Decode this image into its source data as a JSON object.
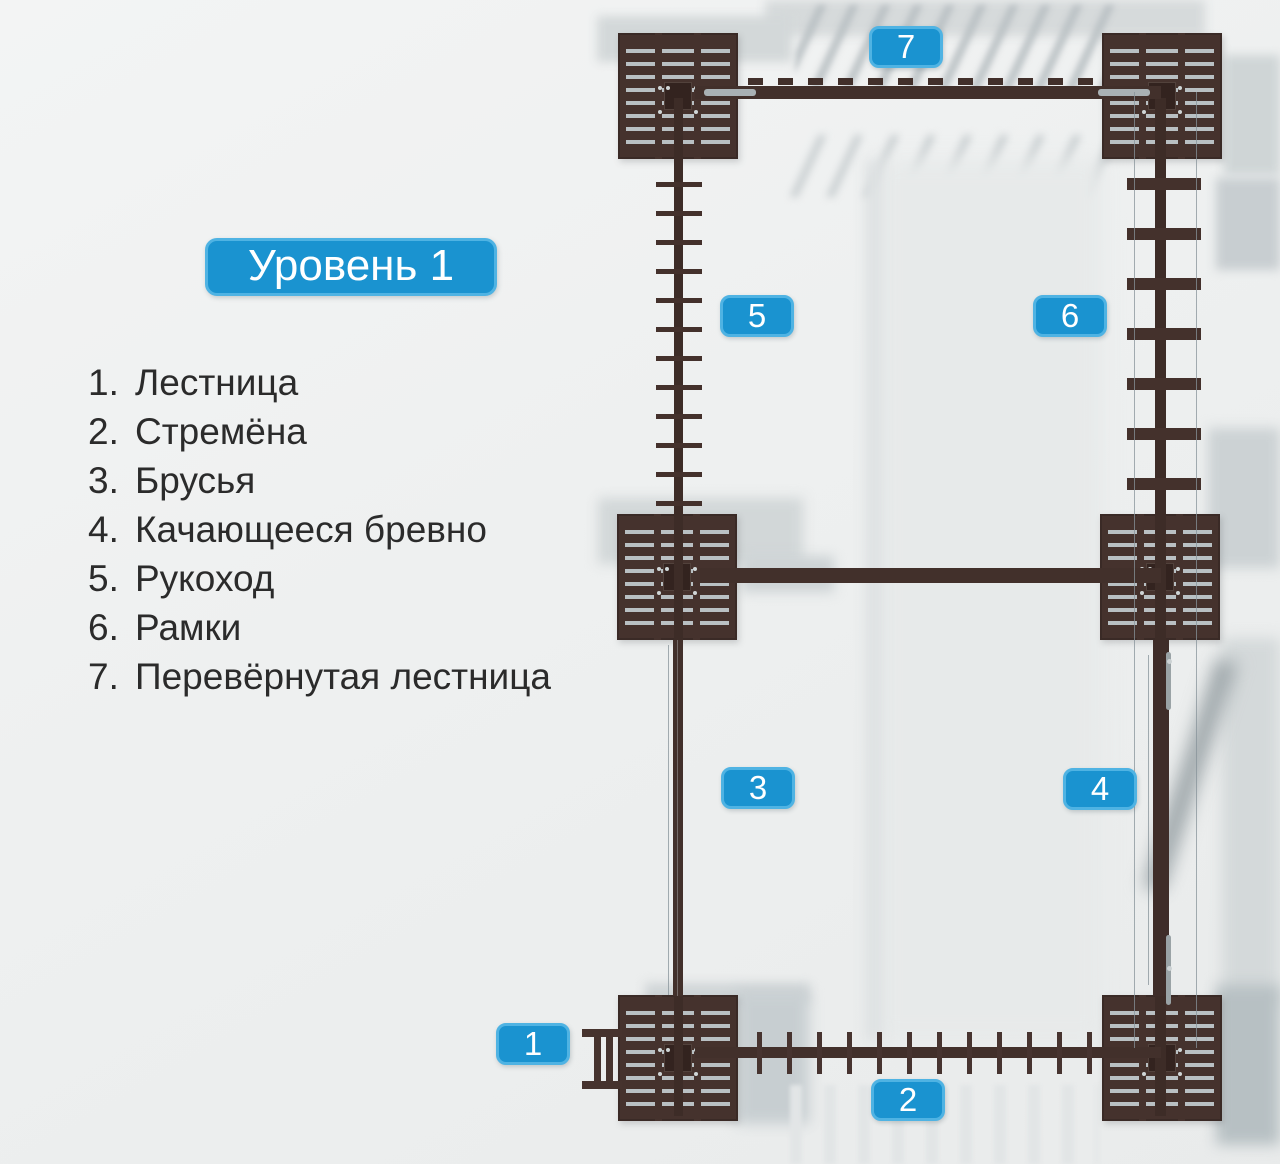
{
  "title_badge": {
    "label": "Уровень 1"
  },
  "legend": {
    "items": [
      {
        "num": "1.",
        "label": "Лестница"
      },
      {
        "num": "2.",
        "label": "Стремёна"
      },
      {
        "num": "3.",
        "label": "Брусья"
      },
      {
        "num": "4.",
        "label": "Качающееся бревно"
      },
      {
        "num": "5.",
        "label": "Рукоход"
      },
      {
        "num": "6.",
        "label": "Рамки"
      },
      {
        "num": "7.",
        "label": "Перевёрнутая лестница"
      }
    ]
  },
  "markers": {
    "m1": "1",
    "m2": "2",
    "m3": "3",
    "m4": "4",
    "m5": "5",
    "m6": "6",
    "m7": "7"
  },
  "colors": {
    "accent_blue": "#1a93d0",
    "accent_blue_border": "#4fb3e3",
    "wood_dark": "#45322d",
    "background": "#edefef",
    "text": "#2b2b2b"
  }
}
